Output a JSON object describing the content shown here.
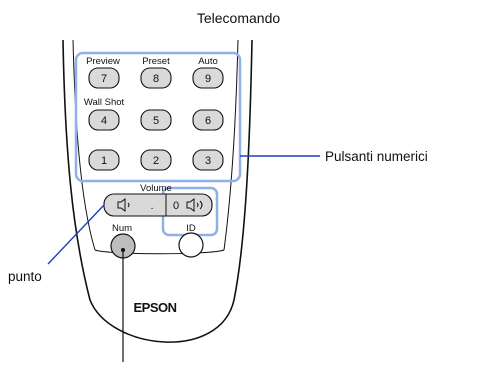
{
  "title": "Telecomando",
  "keys": {
    "k7": "7",
    "k8": "8",
    "k9": "9",
    "k4": "4",
    "k5": "5",
    "k6": "6",
    "k1": "1",
    "k2": "2",
    "k3": "3",
    "k0": "0",
    "dot": "."
  },
  "key_captions": {
    "preview": "Preview",
    "preset": "Preset",
    "auto": "Auto",
    "wall_shot": "Wall Shot",
    "volume": "Volume",
    "num": "Num",
    "id": "ID"
  },
  "brand": "EPSON",
  "callouts": {
    "numeric_buttons": "Pulsanti numerici",
    "point": "punto"
  },
  "colors": {
    "highlight": "#8fb0e8",
    "callout_line": "#1f3fbf",
    "button_fill": "#d9d9d9",
    "outline": "#111111"
  }
}
